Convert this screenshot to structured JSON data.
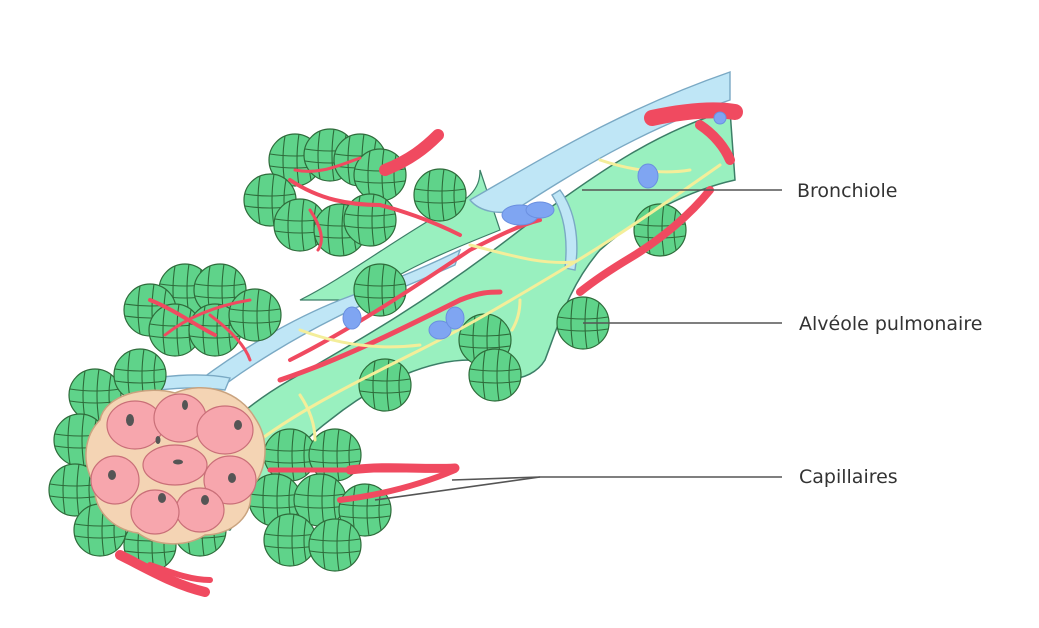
{
  "labels": {
    "bronchiole": "Bronchiole",
    "alveole": "Alvéole pulmonaire",
    "capillaires": "Capillaires"
  },
  "colors": {
    "bronchiole_fill": "#99f0bf",
    "airway_blue": "#bfe6f6",
    "airway_outline": "#7aa9c4",
    "alveolus_green": "#5fd38a",
    "artery_red": "#f04a60",
    "nerve_yellow": "#f4ee9a",
    "cell_pink": "#f7a6ad",
    "cell_outline": "#f4d4b4",
    "nucleus": "#555555",
    "blob_blue": "#7fa5f2",
    "label_line": "#555555",
    "label_text": "#333333"
  }
}
